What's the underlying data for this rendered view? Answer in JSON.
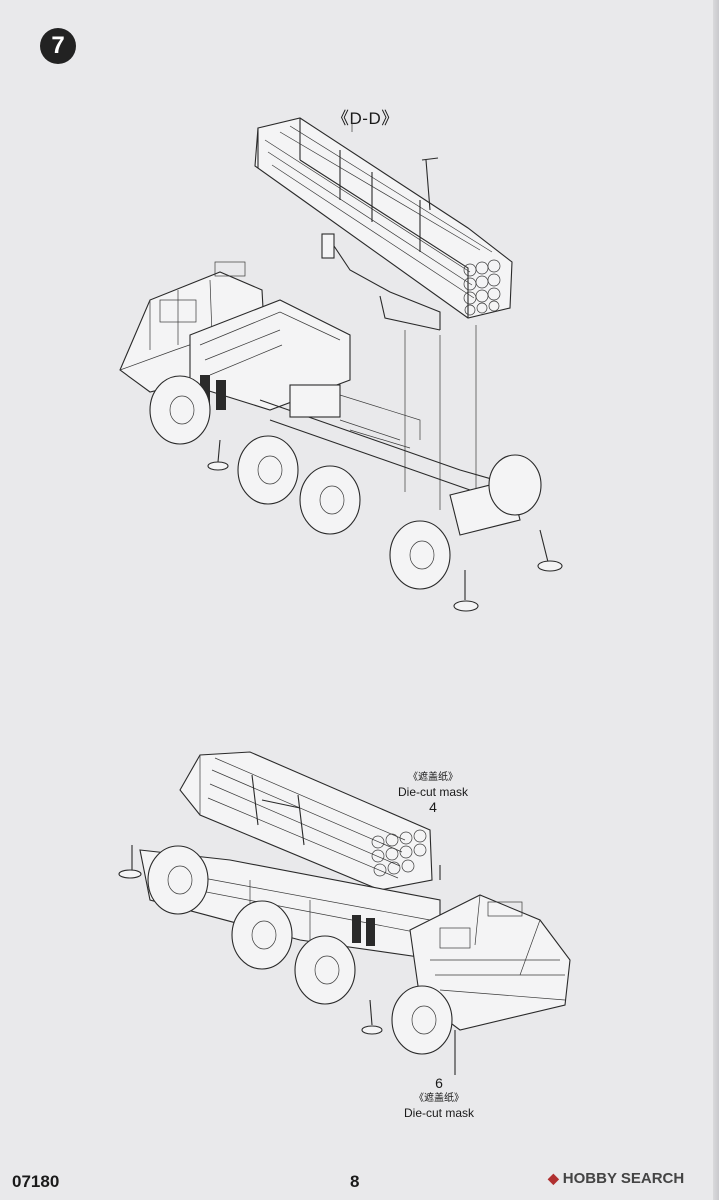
{
  "step": {
    "number": "7"
  },
  "section_label": "《D-D》",
  "mask_top": {
    "chinese": "《遮盖纸》",
    "english": "Die-cut mask",
    "part_number": "4"
  },
  "mask_bottom": {
    "part_number": "6",
    "chinese": "《遮盖纸》",
    "english": "Die-cut mask"
  },
  "footer": {
    "product_code": "07180",
    "page_number": "8"
  },
  "watermark": {
    "text": "HOBBY SEARCH"
  }
}
